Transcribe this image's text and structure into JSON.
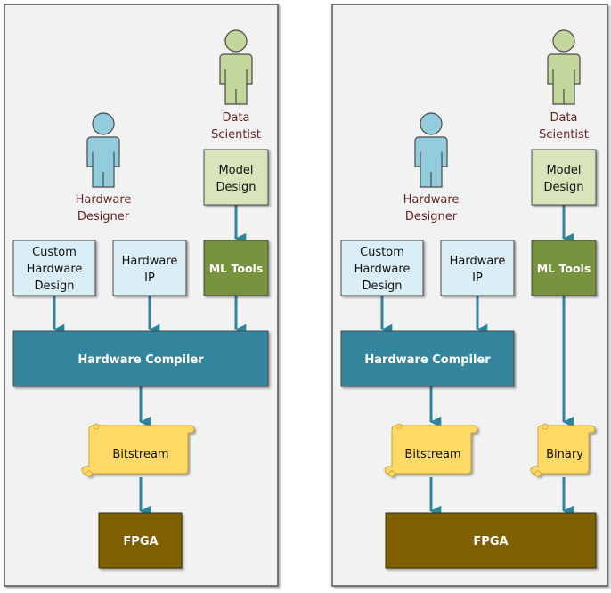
{
  "colors": {
    "panel_bg": "#f2f2f2",
    "panel_border": "#555555",
    "arrow": "#2f849c",
    "light_box": "#dbeef5",
    "model_box": "#d8e4bc",
    "ml_tools": "#77933c",
    "compiler": "#31859c",
    "scroll": "#ffd966",
    "fpga": "#7f6000",
    "person_hw": "#93cddd",
    "person_ds": "#c3d69b",
    "person_label": "#632523"
  },
  "panels": [
    {
      "id": "left",
      "hardware_designer": [
        "Hardware",
        "Designer"
      ],
      "data_scientist": [
        "Data",
        "Scientist"
      ],
      "model_design": [
        "Model",
        "Design"
      ],
      "custom_hw": [
        "Custom",
        "Hardware",
        "Design"
      ],
      "hw_ip": [
        "Hardware",
        "IP"
      ],
      "ml_tools": "ML Tools",
      "compiler": "Hardware Compiler",
      "bitstream": "Bitstream",
      "fpga": "FPGA"
    },
    {
      "id": "right",
      "hardware_designer": [
        "Hardware",
        "Designer"
      ],
      "data_scientist": [
        "Data",
        "Scientist"
      ],
      "model_design": [
        "Model",
        "Design"
      ],
      "custom_hw": [
        "Custom",
        "Hardware",
        "Design"
      ],
      "hw_ip": [
        "Hardware",
        "IP"
      ],
      "ml_tools": "ML Tools",
      "compiler": "Hardware Compiler",
      "bitstream": "Bitstream",
      "binary": "Binary",
      "fpga": "FPGA"
    }
  ]
}
